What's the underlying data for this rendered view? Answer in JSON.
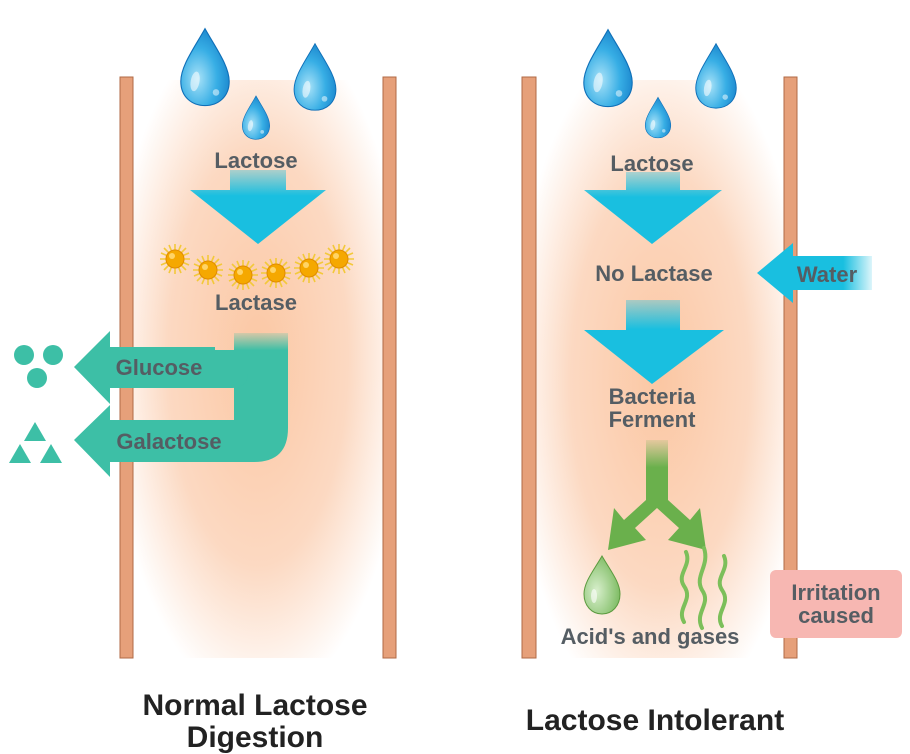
{
  "left_panel": {
    "lactose_label": "Lactose",
    "lactase_label": "Lactase",
    "glucose_label": "Glucose",
    "galactose_label": "Galactose",
    "caption": "Normal Lactose\nDigestion"
  },
  "right_panel": {
    "lactose_label": "Lactose",
    "no_lactase_label": "No Lactase",
    "water_label": "Water",
    "bacteria_label": "Bacteria\nFerment",
    "acids_label": "Acid's and gases",
    "irritation_label": "Irritation\ncaused",
    "caption": "Lactose Intolerant"
  },
  "colors": {
    "water_blue": "#1ea7df",
    "arrow_cyan": "#19bfe0",
    "teal": "#3dbfa6",
    "wall": "#e6a07a",
    "lumen": "#fcd0b2",
    "green": "#6ab04c",
    "badge": "#f7b7b2",
    "enzyme": "#f5a800"
  }
}
